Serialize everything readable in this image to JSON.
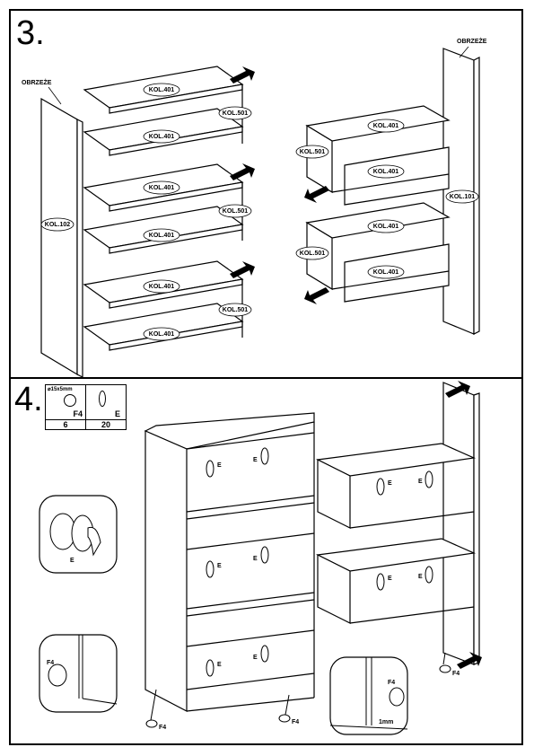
{
  "steps": [
    {
      "number": "3.",
      "edge_labels": [
        "OBRZEŻE",
        "OBRZEŻE"
      ],
      "part_labels": {
        "shelf": "KOL.401",
        "side_panel_left": "KOL.102",
        "side_panel_right": "KOL.101",
        "partition": "KOL.501"
      }
    },
    {
      "number": "4.",
      "hardware": [
        {
          "code": "F4",
          "size": "⌀15x5mm",
          "qty": "6"
        },
        {
          "code": "E",
          "size": "",
          "qty": "20"
        }
      ],
      "callout_labels": {
        "fastener": "E",
        "foot": "F4",
        "gap": "1mm"
      }
    }
  ]
}
